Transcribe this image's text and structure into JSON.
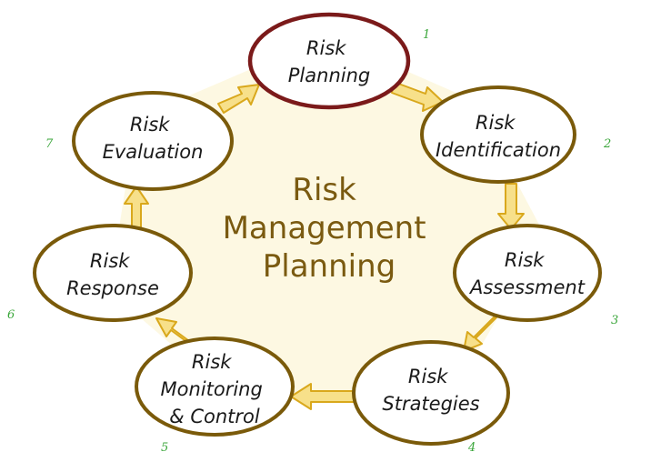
{
  "title": [
    "Risk",
    "Management",
    "Planning"
  ],
  "nodes": [
    {
      "id": "planning",
      "lines": [
        "Risk",
        "Planning"
      ],
      "number": "1"
    },
    {
      "id": "identification",
      "lines": [
        "Risk",
        "Identification"
      ],
      "number": "2"
    },
    {
      "id": "assessment",
      "lines": [
        "Risk",
        "Assessment"
      ],
      "number": "3"
    },
    {
      "id": "strategies",
      "lines": [
        "Risk",
        "Strategies"
      ],
      "number": "4"
    },
    {
      "id": "monitoring",
      "lines": [
        "Risk",
        "Monitoring",
        "& Control"
      ],
      "number": "5"
    },
    {
      "id": "response",
      "lines": [
        "Risk",
        "Response"
      ],
      "number": "6"
    },
    {
      "id": "evaluation",
      "lines": [
        "Risk",
        "Evaluation"
      ],
      "number": "7"
    }
  ],
  "colors": {
    "center_fill": "#fdf8e2",
    "node_border": "#7a5a0a",
    "highlight_border": "#7b1a1a",
    "arrow_fill": "#f7e08a",
    "arrow_stroke": "#d9a81c",
    "center_text": "#7a5a10",
    "number_text": "#3aa63a"
  }
}
